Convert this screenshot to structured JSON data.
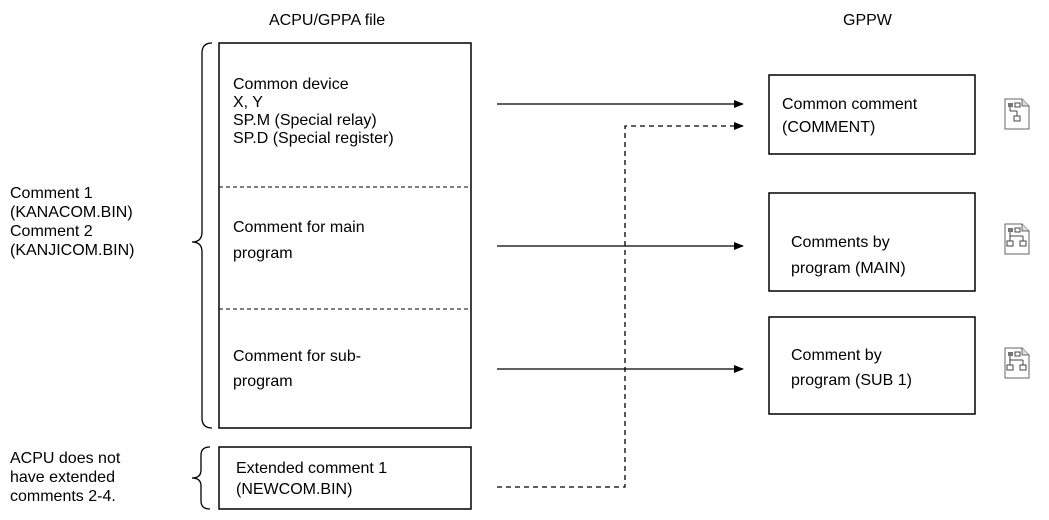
{
  "headers": {
    "left": "ACPU/GPPA file",
    "right": "GPPW"
  },
  "left_labels": {
    "comment1": "Comment 1",
    "kanacom": "(KANACOM.BIN)",
    "comment2": "Comment 2",
    "kanjicom": "(KANJICOM.BIN)",
    "acpu_note": [
      "ACPU does not",
      "have extended",
      "comments 2-4."
    ]
  },
  "source_box": {
    "common_device": [
      "Common device",
      "X, Y",
      "SP.M (Special relay)",
      "SP.D (Special register)"
    ],
    "main": [
      "Comment for main",
      "program"
    ],
    "sub": [
      "Comment for sub-",
      "program"
    ],
    "extended": [
      "Extended comment 1",
      "(NEWCOM.BIN)"
    ]
  },
  "target_boxes": {
    "common": [
      "Common comment",
      "(COMMENT)"
    ],
    "main": [
      "Comments by",
      "program (MAIN)"
    ],
    "sub": [
      "Comment by",
      "program (SUB 1)"
    ]
  },
  "icons": [
    "common-comment-file-icon",
    "program-comment-file-icon",
    "program-comment-file-icon"
  ]
}
